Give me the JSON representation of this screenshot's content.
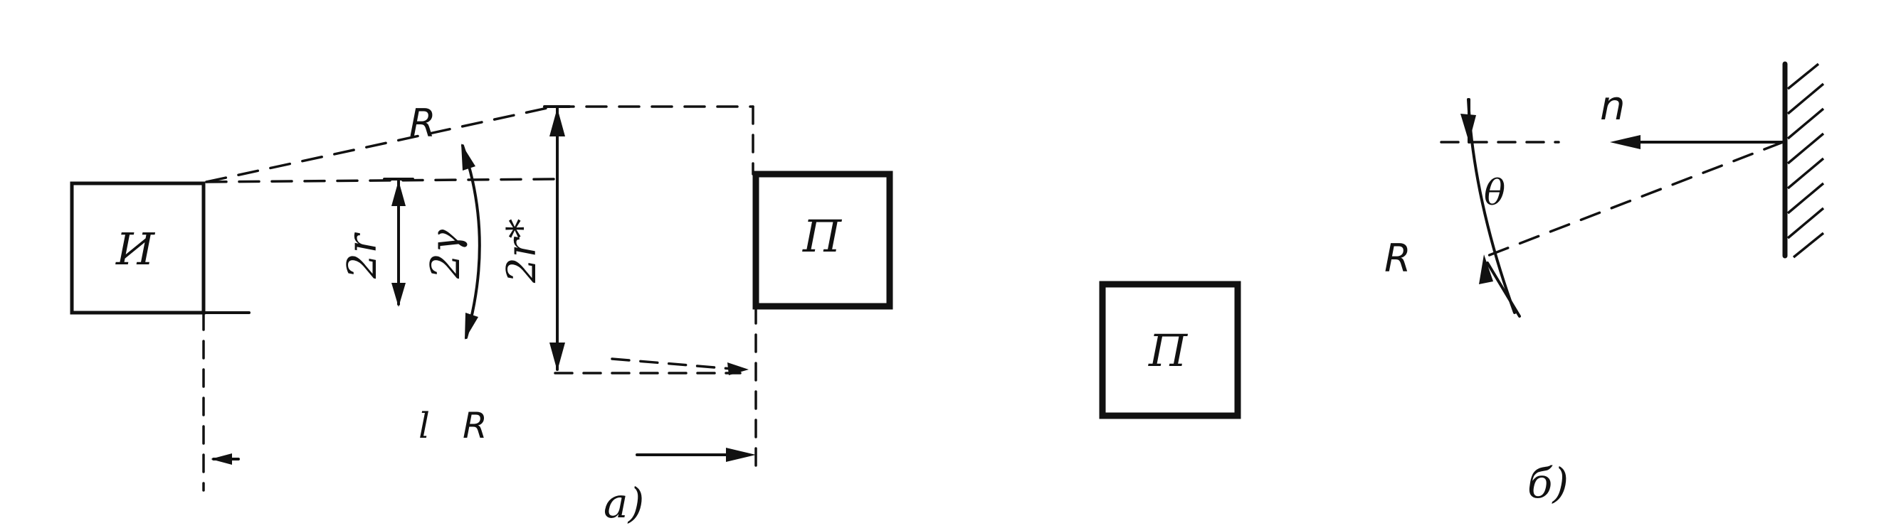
{
  "figure_a": {
    "source_box_label": "И",
    "receiver_box_label": "П",
    "top_label": "R",
    "label_2r": "2r",
    "label_2gamma": "2γ",
    "label_2r_star": "2r*",
    "bottom_label_l": "l",
    "bottom_label_R": "R",
    "caption": "a)"
  },
  "figure_b": {
    "receiver_box_label": "П",
    "normal_label": "n",
    "angle_label": "θ",
    "ray_label": "R",
    "caption": "б)"
  }
}
